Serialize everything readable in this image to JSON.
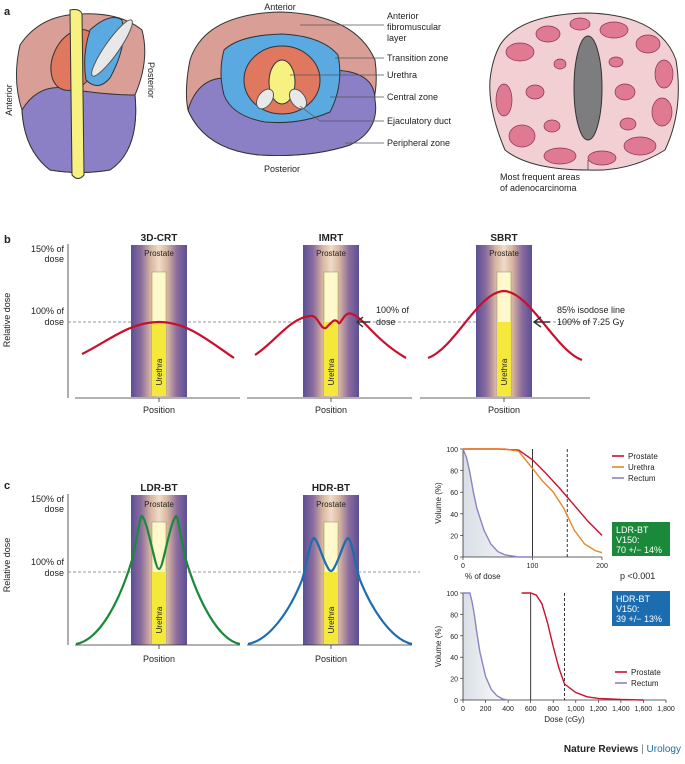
{
  "panel_a": {
    "letter": "a",
    "view1": {
      "anterior": "Anterior",
      "posterior": "Posterior"
    },
    "view2": {
      "anterior": "Anterior",
      "posterior": "Posterior",
      "labels": {
        "fibromuscular_1": "Anterior",
        "fibromuscular_2": "fibromuscular",
        "fibromuscular_3": "layer",
        "transition": "Transition zone",
        "urethra": "Urethra",
        "central": "Central zone",
        "ejaculatory": "Ejaculatory duct",
        "peripheral": "Peripheral zone"
      }
    },
    "view3": {
      "caption_1": "Most frequent areas",
      "caption_2": "of adenocarcinoma"
    }
  },
  "panel_b": {
    "letter": "b",
    "ylabel": "Relative dose",
    "y150_1": "150% of",
    "y150_2": "dose",
    "y100_1": "100% of",
    "y100_2": "dose",
    "xlabel": "Position",
    "prostate": "Prostate",
    "urethra": "Urethra",
    "titles": [
      "3D-CRT",
      "IMRT",
      "SBRT"
    ],
    "imrt_note_1": "100% of",
    "imrt_note_2": "dose",
    "sbrt_note_1": "85% isodose line",
    "sbrt_note_2": "100% of 7.25 Gy",
    "curve_color": "#c8102e"
  },
  "panel_c": {
    "letter": "c",
    "ylabel": "Relative dose",
    "y150_1": "150% of",
    "y150_2": "dose",
    "y100_1": "100% of",
    "y100_2": "dose",
    "xlabel": "Position",
    "prostate": "Prostate",
    "urethra": "Urethra",
    "titles": [
      "LDR-BT",
      "HDR-BT"
    ],
    "ldr_color": "#1a8a3a",
    "hdr_color": "#1c6db0",
    "ldr_badge_1": "LDR-BT",
    "ldr_badge_2": "V150:",
    "ldr_badge_3": "70 +/− 14%",
    "hdr_badge_1": "HDR-BT",
    "hdr_badge_2": "V150:",
    "hdr_badge_3": "39 +/− 13%",
    "pvalue": "p <0.001"
  },
  "chart_data": [
    {
      "type": "line",
      "ylabel": "Volume (%)",
      "xlabel": "% of dose",
      "xlim": [
        0,
        200
      ],
      "ylim": [
        0,
        100
      ],
      "xticks": [
        0,
        100,
        200
      ],
      "yticks": [
        0,
        20,
        40,
        60,
        80,
        100
      ],
      "vlines": [
        100,
        150
      ],
      "legend": "top-right",
      "series": [
        {
          "name": "Prostate",
          "color": "#c8102e",
          "x": [
            0,
            50,
            80,
            100,
            120,
            140,
            160,
            180,
            200
          ],
          "y": [
            100,
            100,
            99,
            90,
            77,
            63,
            48,
            33,
            20
          ]
        },
        {
          "name": "Urethra",
          "color": "#e8862a",
          "x": [
            0,
            60,
            80,
            100,
            115,
            130,
            145,
            160,
            175,
            190,
            200
          ],
          "y": [
            100,
            100,
            98,
            82,
            70,
            60,
            45,
            25,
            12,
            6,
            4
          ]
        },
        {
          "name": "Rectum",
          "color": "#8c82c6",
          "x": [
            0,
            5,
            10,
            15,
            20,
            30,
            40,
            50,
            60,
            80,
            100
          ],
          "y": [
            100,
            92,
            78,
            60,
            45,
            25,
            12,
            5,
            2,
            0,
            0
          ]
        }
      ]
    },
    {
      "type": "line",
      "ylabel": "Volume (%)",
      "xlabel": "Dose (cGy)",
      "xlim": [
        0,
        1800
      ],
      "ylim": [
        0,
        100
      ],
      "xticks": [
        0,
        200,
        400,
        600,
        800,
        1000,
        1200,
        1400,
        1600,
        1800
      ],
      "xticklabels": [
        "0",
        "200",
        "400",
        "600",
        "800",
        "1,000",
        "1,200",
        "1,400",
        "1,600",
        "1,800"
      ],
      "yticks": [
        0,
        20,
        40,
        60,
        80,
        100
      ],
      "vlines": [
        600,
        900
      ],
      "legend": "bottom-right",
      "series": [
        {
          "name": "Prostate",
          "color": "#c8102e",
          "x": [
            520,
            600,
            650,
            700,
            750,
            800,
            850,
            900,
            1000,
            1100,
            1200,
            1400,
            1600
          ],
          "y": [
            100,
            100,
            98,
            90,
            72,
            50,
            30,
            15,
            7,
            3,
            1.5,
            0.5,
            0
          ]
        },
        {
          "name": "Rectum",
          "color": "#8c82c6",
          "x": [
            0,
            60,
            80,
            100,
            120,
            150,
            200,
            250,
            300,
            350,
            400
          ],
          "y": [
            100,
            100,
            92,
            80,
            65,
            45,
            22,
            10,
            4,
            1,
            0
          ]
        }
      ]
    }
  ],
  "footer": {
    "journal": "Nature Reviews",
    "separator": " | ",
    "section": "Urology"
  }
}
